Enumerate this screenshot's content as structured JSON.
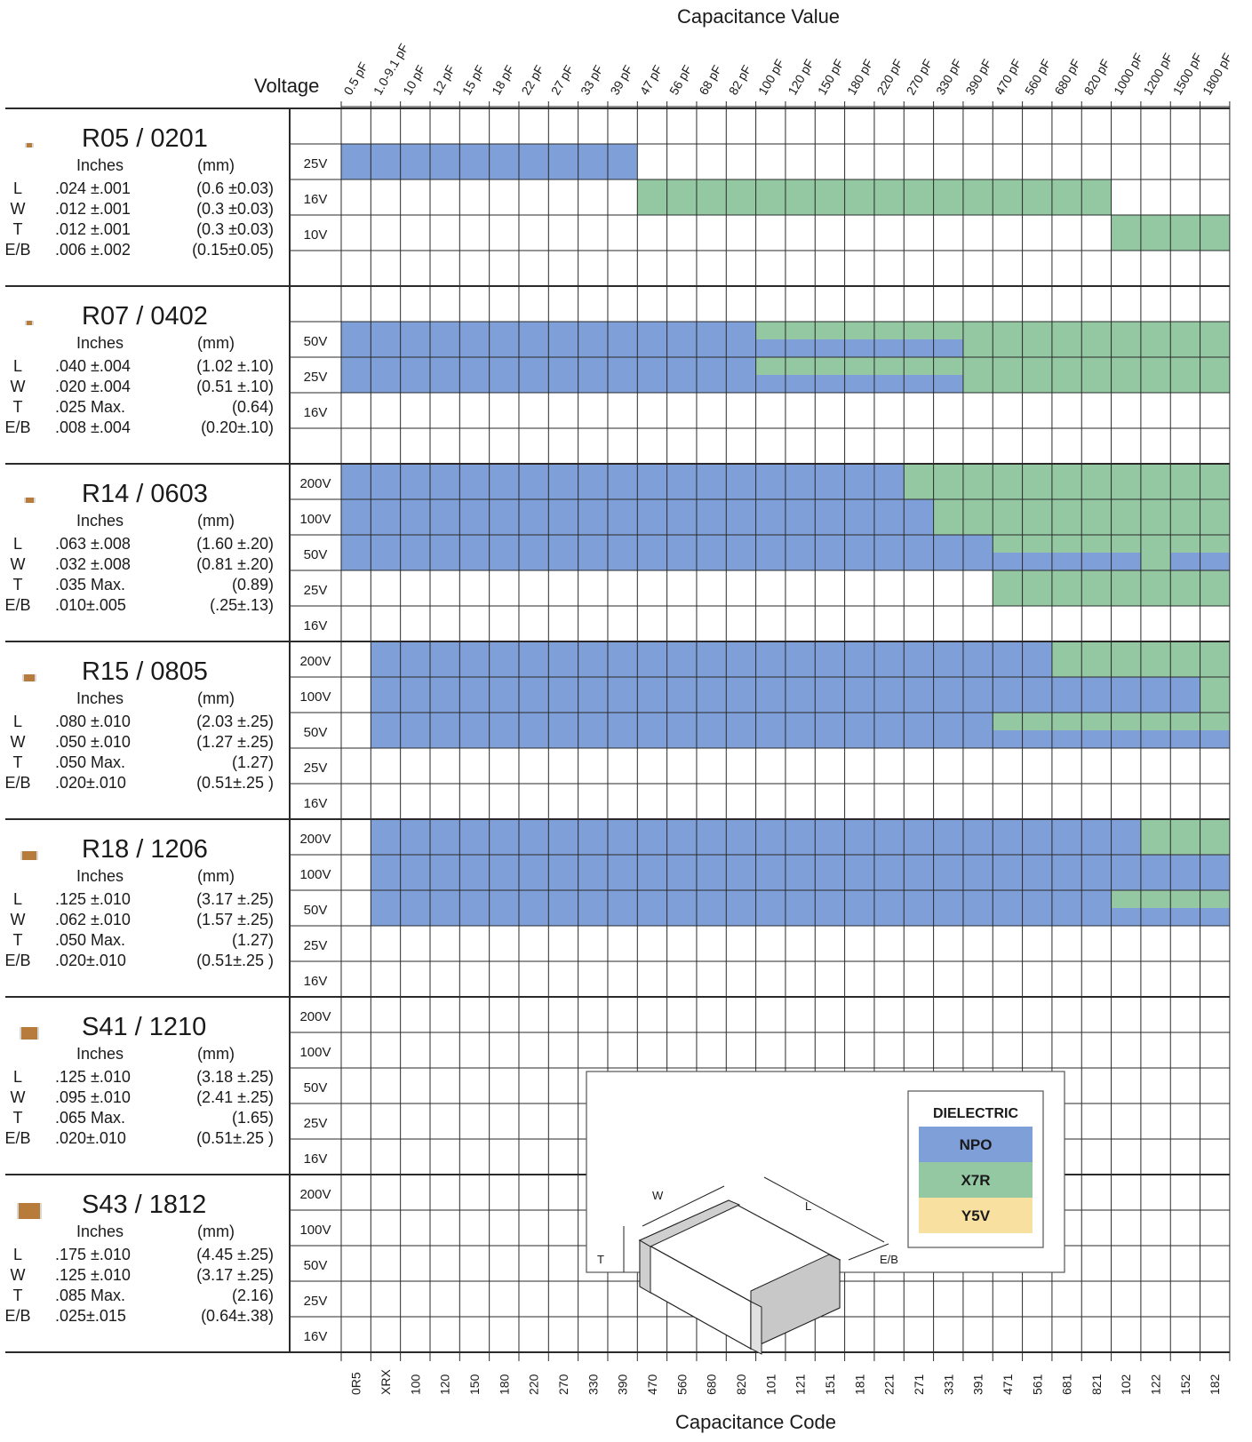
{
  "header": {
    "top_title": "Capacitance Value",
    "bottom_title": "Capacitance Code",
    "voltage_label": "Voltage",
    "inches_label": "Inches",
    "mm_label": "(mm)"
  },
  "colors": {
    "npo": "#7f9fd8",
    "x7r": "#93c8a2",
    "y5v": "#f8e0a0",
    "grid": "#2a2a2a",
    "chip": "#b77b3b"
  },
  "columns": {
    "values": [
      "0.5 pF",
      "1.0-9.1 pF",
      "10 pF",
      "12 pF",
      "15 pF",
      "18 pF",
      "22 pF",
      "27 pF",
      "33 pF",
      "39 pF",
      "47 pF",
      "56 pF",
      "68 pF",
      "82 pF",
      "100 pF",
      "120 pF",
      "150 pF",
      "180 pF",
      "220 pF",
      "270 pF",
      "330 pF",
      "390 pF",
      "470 pF",
      "560 pF",
      "680 pF",
      "820 pF",
      "1000 pF",
      "1200 pF",
      "1500 pF",
      "1800 pF"
    ],
    "codes": [
      "0R5",
      "XRX",
      "100",
      "120",
      "150",
      "180",
      "220",
      "270",
      "330",
      "390",
      "470",
      "560",
      "680",
      "820",
      "101",
      "121",
      "151",
      "181",
      "221",
      "271",
      "331",
      "391",
      "471",
      "561",
      "681",
      "821",
      "102",
      "122",
      "152",
      "182"
    ]
  },
  "packages": [
    {
      "name": "R05 / 0201",
      "dims": [
        {
          "sym": "L",
          "in": ".024 ±.001",
          "mm": "(0.6 ±0.03)"
        },
        {
          "sym": "W",
          "in": ".012 ±.001",
          "mm": "(0.3 ±0.03)"
        },
        {
          "sym": "T",
          "in": ".012 ±.001",
          "mm": "(0.3 ±0.03)"
        },
        {
          "sym": "E/B",
          "in": ".006 ±.002",
          "mm": "(0.15±0.05)"
        }
      ],
      "voltage_rows": [
        "",
        "25V",
        "16V",
        "10V",
        ""
      ],
      "fills": [
        {
          "row": 1,
          "from": 0,
          "to": 9,
          "d": "npo"
        },
        {
          "row": 2,
          "from": 10,
          "to": 25,
          "d": "x7r"
        },
        {
          "row": 3,
          "from": 26,
          "to": 29,
          "d": "x7r"
        }
      ]
    },
    {
      "name": "R07 / 0402",
      "dims": [
        {
          "sym": "L",
          "in": ".040 ±.004",
          "mm": "(1.02 ±.10)"
        },
        {
          "sym": "W",
          "in": ".020 ±.004",
          "mm": "(0.51 ±.10)"
        },
        {
          "sym": "T",
          "in": ".025 Max.",
          "mm": "(0.64)"
        },
        {
          "sym": "E/B",
          "in": ".008 ±.004",
          "mm": "(0.20±.10)"
        }
      ],
      "voltage_rows": [
        "",
        "50V",
        "25V",
        "16V",
        ""
      ],
      "fills": [
        {
          "row": 1,
          "from": 0,
          "to": 13,
          "d": "npo"
        },
        {
          "row": 1,
          "from": 14,
          "to": 20,
          "d": "split"
        },
        {
          "row": 1,
          "from": 21,
          "to": 29,
          "d": "x7r"
        },
        {
          "row": 2,
          "from": 0,
          "to": 13,
          "d": "npo"
        },
        {
          "row": 2,
          "from": 14,
          "to": 20,
          "d": "split"
        },
        {
          "row": 2,
          "from": 21,
          "to": 29,
          "d": "x7r"
        }
      ]
    },
    {
      "name": "R14 / 0603",
      "dims": [
        {
          "sym": "L",
          "in": ".063 ±.008",
          "mm": "(1.60 ±.20)"
        },
        {
          "sym": "W",
          "in": ".032 ±.008",
          "mm": "(0.81 ±.20)"
        },
        {
          "sym": "T",
          "in": ".035 Max.",
          "mm": "(0.89)"
        },
        {
          "sym": "E/B",
          "in": ".010±.005",
          "mm": "(.25±.13)"
        }
      ],
      "voltage_rows": [
        "200V",
        "100V",
        "50V",
        "25V",
        "16V"
      ],
      "fills": [
        {
          "row": 0,
          "from": 0,
          "to": 18,
          "d": "npo"
        },
        {
          "row": 0,
          "from": 19,
          "to": 29,
          "d": "x7r"
        },
        {
          "row": 1,
          "from": 0,
          "to": 19,
          "d": "npo"
        },
        {
          "row": 1,
          "from": 20,
          "to": 29,
          "d": "x7r"
        },
        {
          "row": 2,
          "from": 0,
          "to": 21,
          "d": "npo"
        },
        {
          "row": 2,
          "from": 22,
          "to": 26,
          "d": "split"
        },
        {
          "row": 2,
          "from": 27,
          "to": 27,
          "d": "x7r"
        },
        {
          "row": 2,
          "from": 28,
          "to": 29,
          "d": "split"
        },
        {
          "row": 3,
          "from": 22,
          "to": 29,
          "d": "x7r"
        }
      ]
    },
    {
      "name": "R15 / 0805",
      "dims": [
        {
          "sym": "L",
          "in": ".080 ±.010",
          "mm": "(2.03 ±.25)"
        },
        {
          "sym": "W",
          "in": ".050 ±.010",
          "mm": "(1.27 ±.25)"
        },
        {
          "sym": "T",
          "in": ".050 Max.",
          "mm": "(1.27)"
        },
        {
          "sym": "E/B",
          "in": ".020±.010",
          "mm": "(0.51±.25 )"
        }
      ],
      "voltage_rows": [
        "200V",
        "100V",
        "50V",
        "25V",
        "16V"
      ],
      "fills": [
        {
          "row": 0,
          "from": 1,
          "to": 23,
          "d": "npo"
        },
        {
          "row": 0,
          "from": 24,
          "to": 29,
          "d": "x7r"
        },
        {
          "row": 1,
          "from": 1,
          "to": 28,
          "d": "npo"
        },
        {
          "row": 1,
          "from": 29,
          "to": 29,
          "d": "x7r"
        },
        {
          "row": 2,
          "from": 1,
          "to": 21,
          "d": "npo"
        },
        {
          "row": 2,
          "from": 22,
          "to": 29,
          "d": "split"
        }
      ]
    },
    {
      "name": "R18 / 1206",
      "dims": [
        {
          "sym": "L",
          "in": ".125 ±.010",
          "mm": "(3.17 ±.25)"
        },
        {
          "sym": "W",
          "in": ".062 ±.010",
          "mm": "(1.57 ±.25)"
        },
        {
          "sym": "T",
          "in": ".050 Max.",
          "mm": "(1.27)"
        },
        {
          "sym": "E/B",
          "in": ".020±.010",
          "mm": "(0.51±.25 )"
        }
      ],
      "voltage_rows": [
        "200V",
        "100V",
        "50V",
        "25V",
        "16V"
      ],
      "fills": [
        {
          "row": 0,
          "from": 1,
          "to": 26,
          "d": "npo"
        },
        {
          "row": 0,
          "from": 27,
          "to": 29,
          "d": "x7r"
        },
        {
          "row": 1,
          "from": 1,
          "to": 29,
          "d": "npo"
        },
        {
          "row": 2,
          "from": 1,
          "to": 25,
          "d": "npo"
        },
        {
          "row": 2,
          "from": 26,
          "to": 29,
          "d": "split"
        }
      ]
    },
    {
      "name": "S41 / 1210",
      "dims": [
        {
          "sym": "L",
          "in": ".125 ±.010",
          "mm": "(3.18 ±.25)"
        },
        {
          "sym": "W",
          "in": ".095 ±.010",
          "mm": "(2.41 ±.25)"
        },
        {
          "sym": "T",
          "in": ".065 Max.",
          "mm": "(1.65)"
        },
        {
          "sym": "E/B",
          "in": ".020±.010",
          "mm": "(0.51±.25 )"
        }
      ],
      "voltage_rows": [
        "200V",
        "100V",
        "50V",
        "25V",
        "16V"
      ],
      "fills": []
    },
    {
      "name": "S43 / 1812",
      "dims": [
        {
          "sym": "L",
          "in": ".175 ±.010",
          "mm": "(4.45 ±.25)"
        },
        {
          "sym": "W",
          "in": ".125 ±.010",
          "mm": "(3.17 ±.25)"
        },
        {
          "sym": "T",
          "in": ".085 Max.",
          "mm": "(2.16)"
        },
        {
          "sym": "E/B",
          "in": ".025±.015",
          "mm": "(0.64±.38)"
        }
      ],
      "voltage_rows": [
        "200V",
        "100V",
        "50V",
        "25V",
        "16V"
      ],
      "fills": []
    }
  ],
  "legend": {
    "title": "DIELECTRIC",
    "items": [
      {
        "label": "NPO",
        "key": "npo"
      },
      {
        "label": "X7R",
        "key": "x7r"
      },
      {
        "label": "Y5V",
        "key": "y5v"
      }
    ]
  },
  "diagram": {
    "w": "W",
    "l": "L",
    "t": "T",
    "eb": "E/B"
  }
}
